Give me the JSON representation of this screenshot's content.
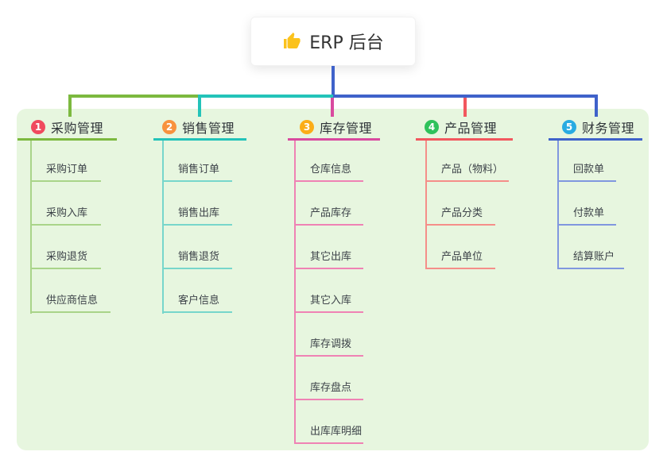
{
  "root": {
    "label": "ERP 后台",
    "icon": "thumbs-up",
    "connector_color": "#3f62ca"
  },
  "panel": {
    "bg": "#e7f6df"
  },
  "branches": [
    {
      "num": "1",
      "label": "采购管理",
      "badge_color": "#f04a5e",
      "line_color": "#7cb93f",
      "light_line_color": "#a9d489",
      "children": [
        "采购订单",
        "采购入库",
        "采购退货",
        "供应商信息"
      ]
    },
    {
      "num": "2",
      "label": "销售管理",
      "badge_color": "#f8923e",
      "line_color": "#23c3b9",
      "light_line_color": "#77d6cb",
      "children": [
        "销售订单",
        "销售出库",
        "销售退货",
        "客户信息"
      ]
    },
    {
      "num": "3",
      "label": "库存管理",
      "badge_color": "#fbad18",
      "line_color": "#d94a9f",
      "light_line_color": "#ef82b4",
      "children": [
        "仓库信息",
        "产品库存",
        "其它出库",
        "其它入库",
        "库存调拨",
        "库存盘点",
        "出库库明细"
      ]
    },
    {
      "num": "4",
      "label": "产品管理",
      "badge_color": "#2fc25b",
      "line_color": "#f2575e",
      "light_line_color": "#f58e89",
      "children": [
        "产品（物料）",
        "产品分类",
        "产品单位"
      ]
    },
    {
      "num": "5",
      "label": "财务管理",
      "badge_color": "#29abe2",
      "line_color": "#3f62ca",
      "light_line_color": "#8097df",
      "children": [
        "回款单",
        "付款单",
        "结算账户"
      ]
    }
  ]
}
